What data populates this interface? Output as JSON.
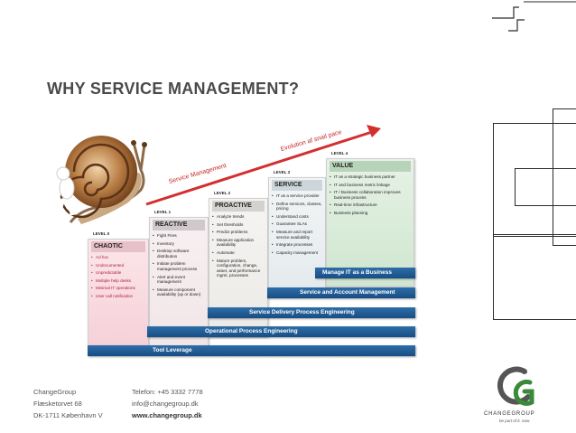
{
  "slide": {
    "title": "WHY SERVICE MANAGEMENT?"
  },
  "diagram": {
    "arrow_label_1": "Service Management",
    "arrow_label_2": "Evolution af snail pace",
    "levels": [
      {
        "level": "LEVEL 0",
        "name": "CHAOTIC",
        "items": [
          "Ad hoc",
          "Undocumented",
          "Unpredictable",
          "Multiple help desks",
          "Minimal IT operations",
          "User call notification"
        ]
      },
      {
        "level": "LEVEL 1",
        "name": "REACTIVE",
        "items": [
          "Fight Fires",
          "Inventory",
          "Desktop software distribution",
          "Initiate problem management process",
          "Alert and event management",
          "Measure component availability (up or down)"
        ]
      },
      {
        "level": "LEVEL 2",
        "name": "PROACTIVE",
        "items": [
          "Analyze trends",
          "Set thresholds",
          "Predict problems",
          "Measure application availability",
          "Automate",
          "Mature problem, configuration, change, asset, and performance mgmt. processes"
        ]
      },
      {
        "level": "LEVEL 3",
        "name": "SERVICE",
        "items": [
          "IT as a service provider",
          "Define services, classes, pricing",
          "Understand costs",
          "Guarantee SLAs",
          "Measure and report service availability",
          "Integrate processes",
          "Capacity management"
        ]
      },
      {
        "level": "LEVEL 4",
        "name": "VALUE",
        "items": [
          "IT as a strategic business partner",
          "IT and business metric linkage",
          "IT / Business collaboration improves business process",
          "Real-time infrastructure",
          "Business planning"
        ]
      }
    ],
    "bars": [
      "Manage IT as a Business",
      "Service and Account Management",
      "Service Delivery Process Engineering",
      "Operational Process Engineering",
      "Tool Leverage"
    ]
  },
  "footer": {
    "company": "ChangeGroup",
    "street": "Flæsketorvet 68",
    "city": "DK-1711 København V",
    "phone": "Telefon: +45 3332 7778",
    "email": "info@changegroup.dk",
    "web": "www.changegroup.dk",
    "logo_name": "CHANGEGROUP",
    "logo_tagline": "be part of it. now."
  },
  "colors": {
    "accent_red": "#c62828",
    "bar_blue": "#1f5c96",
    "logo_green": "#3a8a3a"
  }
}
